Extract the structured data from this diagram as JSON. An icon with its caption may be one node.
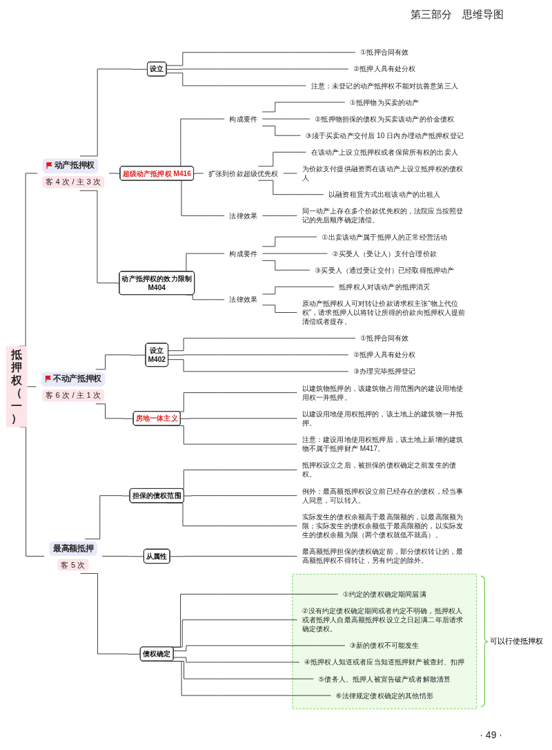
{
  "diagram": {
    "nodes": [
      {
        "text": [
          "抵押权（一）"
        ]
      },
      {
        "text": [
          "动产抵押权"
        ],
        "beside": [
          "客 4 次 / 主 3 次"
        ]
      },
      {
        "text": [
          "设立"
        ]
      },
      {
        "text": [
          "①抵押合同有效"
        ]
      },
      {
        "text": [
          "②抵押人具有处分权"
        ]
      },
      {
        "text": [
          "注意：未登记的动产抵押权不能对抗善意第三人"
        ]
      },
      {
        "text": [
          "超级动产抵押权 M416"
        ]
      },
      {
        "text": [
          "构成要件"
        ]
      },
      {
        "text": [
          "①抵押物为买卖的动产"
        ]
      },
      {
        "text": [
          "②抵押物担保的债权为买卖该动产的价金债权"
        ]
      },
      {
        "text": [
          "③须于买卖动产交付后 10 日内办理动产抵押权登记"
        ]
      },
      {
        "text": [
          "扩张到价款超级优先权"
        ]
      },
      {
        "text": [
          "在该动产上设立抵押权或者保留所有权的出卖人"
        ]
      },
      {
        "text": [
          "为价款支付提供融资而在该动产上设立抵押权的债权人"
        ]
      },
      {
        "text": [
          "以融资租赁方式出租该动产的出租人"
        ]
      },
      {
        "text": [
          "法律效果"
        ]
      },
      {
        "text": [
          "同一动产上存在多个价款优先权的，法院应当按照登记的先后顺序确定清偿。"
        ]
      },
      {
        "text": [
          "动产抵押权的效力限制",
          "M404"
        ]
      },
      {
        "text": [
          "构成要件"
        ]
      },
      {
        "text": [
          "①出卖该动产属于抵押人的正常经营活动"
        ]
      },
      {
        "text": [
          "②买受人（受让人）支付合理价款"
        ]
      },
      {
        "text": [
          "③买受人（通过受让交付）已经取得抵押动产"
        ]
      },
      {
        "text": [
          "法律效果"
        ]
      },
      {
        "text": [
          "抵押权人对该动产的抵押消灭"
        ]
      },
      {
        "text": [
          "原动产抵押权人可对转让价款请求权主张“物上代位权”，请求抵押人以将转让所得的价款向抵押权人提前清偿或者提存。"
        ]
      },
      {
        "text": [
          "不动产抵押权"
        ],
        "beside": [
          "客 6 次 / 主 1 次"
        ]
      },
      {
        "text": [
          "设立",
          "M402"
        ]
      },
      {
        "text": [
          "①抵押合同有效"
        ]
      },
      {
        "text": [
          "②抵押人具有处分权"
        ]
      },
      {
        "text": [
          "③办理完毕抵押登记"
        ]
      },
      {
        "text": [
          "房地一体主义"
        ]
      },
      {
        "text": [
          "以建筑物抵押的，该建筑物占用范围内的建设用地使用权一并抵押。"
        ]
      },
      {
        "text": [
          "以建设用地使用权抵押的，该土地上的建筑物一并抵押。"
        ]
      },
      {
        "text": [
          "注意：建设用地使用权抵押后，该土地上新增的建筑物不属于抵押财产 M417。"
        ]
      },
      {
        "text": [
          "最高额抵押"
        ],
        "beside": [
          "客 5 次"
        ]
      },
      {
        "text": [
          "担保的债权范围"
        ]
      },
      {
        "text": [
          "抵押权设立之后，被担保的债权确定之前发生的债权。"
        ]
      },
      {
        "text": [
          "例外：最高额抵押权设立前已经存在的债权，经当事人同意，可以转入。"
        ]
      },
      {
        "text": [
          "实际发生的债权余额高于最高限额的，以最高限额为限；实际发生的债权余额低于最高限额的，以实际发生的债权余额为限（两个债权就低不就高）。"
        ]
      },
      {
        "text": [
          "从属性"
        ]
      },
      {
        "text": [
          "最高额抵押担保的债权确定前，部分债权转让的，最高额抵押权不得转让，另有约定的除外。"
        ]
      },
      {
        "text": [
          "债权确定"
        ]
      },
      {
        "text": [],
        "shape": "box",
        "beside": [
          "可以行使抵押权"
        ]
      },
      {
        "text": [
          "①约定的债权确定期间届满"
        ],
        "in": 42
      },
      {
        "text": [
          "②没有约定债权确定期间或者约定不明确，抵押权人或者抵押人自最高额抵押权设立之日起满二年后请求确定债权。"
        ],
        "in": 42
      },
      {
        "text": [
          "③新的债权不可能发生"
        ],
        "in": 42
      },
      {
        "text": [
          "④抵押权人知道或者应当知道抵押财产被查封、扣押"
        ],
        "in": 42
      },
      {
        "text": [
          "⑤债务人、抵押人被宣告破产或者解散清算"
        ],
        "in": 42
      },
      {
        "text": [
          "⑥法律规定债权确定的其他情形"
        ],
        "in": 42
      }
    ],
    "edges": [
      {
        "from": 0,
        "to": 1,
        "arrow": "none"
      },
      {
        "from": 1,
        "to": 2,
        "arrow": "none"
      },
      {
        "from": 2,
        "to": 3,
        "arrow": "none"
      },
      {
        "from": 2,
        "to": 4,
        "arrow": "none"
      },
      {
        "from": 2,
        "to": 5,
        "arrow": "none"
      },
      {
        "from": 1,
        "to": 6,
        "arrow": "none"
      },
      {
        "from": 6,
        "to": 7,
        "arrow": "none"
      },
      {
        "from": 7,
        "to": 8,
        "arrow": "none"
      },
      {
        "from": 7,
        "to": 9,
        "arrow": "none"
      },
      {
        "from": 7,
        "to": 10,
        "arrow": "none"
      },
      {
        "from": 6,
        "to": 11,
        "arrow": "none"
      },
      {
        "from": 11,
        "to": 12,
        "arrow": "none"
      },
      {
        "from": 11,
        "to": 13,
        "arrow": "none"
      },
      {
        "from": 11,
        "to": 14,
        "arrow": "none"
      },
      {
        "from": 6,
        "to": 15,
        "arrow": "none"
      },
      {
        "from": 15,
        "to": 16,
        "arrow": "none"
      },
      {
        "from": 1,
        "to": 17,
        "arrow": "none"
      },
      {
        "from": 17,
        "to": 18,
        "arrow": "none"
      },
      {
        "from": 18,
        "to": 19,
        "arrow": "none"
      },
      {
        "from": 18,
        "to": 20,
        "arrow": "none"
      },
      {
        "from": 18,
        "to": 21,
        "arrow": "none"
      },
      {
        "from": 17,
        "to": 22,
        "arrow": "none"
      },
      {
        "from": 22,
        "to": 23,
        "arrow": "none"
      },
      {
        "from": 22,
        "to": 24,
        "arrow": "none"
      },
      {
        "from": 0,
        "to": 25,
        "arrow": "none"
      },
      {
        "from": 25,
        "to": 26,
        "arrow": "none"
      },
      {
        "from": 26,
        "to": 27,
        "arrow": "none"
      },
      {
        "from": 26,
        "to": 28,
        "arrow": "none"
      },
      {
        "from": 26,
        "to": 29,
        "arrow": "none"
      },
      {
        "from": 25,
        "to": 30,
        "arrow": "none"
      },
      {
        "from": 30,
        "to": 31,
        "arrow": "none"
      },
      {
        "from": 30,
        "to": 32,
        "arrow": "none"
      },
      {
        "from": 30,
        "to": 33,
        "arrow": "none"
      },
      {
        "from": 0,
        "to": 34,
        "arrow": "none"
      },
      {
        "from": 34,
        "to": 35,
        "arrow": "none"
      },
      {
        "from": 35,
        "to": 36,
        "arrow": "none"
      },
      {
        "from": 35,
        "to": 37,
        "arrow": "none"
      },
      {
        "from": 35,
        "to": 38,
        "arrow": "none"
      },
      {
        "from": 34,
        "to": 39,
        "arrow": "none"
      },
      {
        "from": 39,
        "to": 40,
        "arrow": "none"
      },
      {
        "from": 34,
        "to": 41,
        "arrow": "none"
      },
      {
        "from": 41,
        "to": 43,
        "arrow": "none"
      },
      {
        "from": 41,
        "to": 44,
        "arrow": "none"
      },
      {
        "from": 41,
        "to": 45,
        "arrow": "none"
      },
      {
        "from": 41,
        "to": 46,
        "arrow": "none"
      },
      {
        "from": 41,
        "to": 47,
        "arrow": "none"
      },
      {
        "from": 41,
        "to": 48,
        "arrow": "none"
      }
    ],
    "labels": [
      "第三部分　思维导图",
      "· 49 ·"
    ]
  }
}
